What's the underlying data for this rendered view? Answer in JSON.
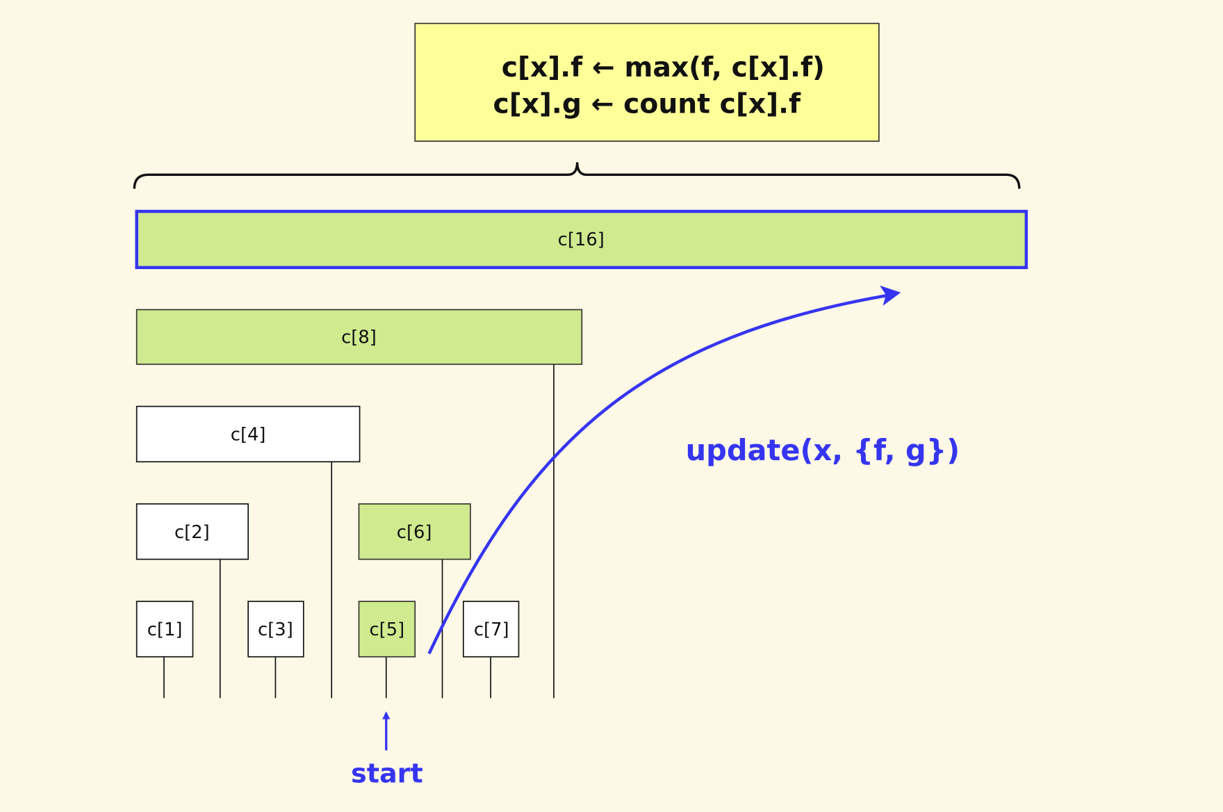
{
  "formula": {
    "line1": "c[x].f ← max(f, c[x].f)",
    "line2": "c[x].g ← count c[x].f"
  },
  "cells": [
    {
      "id": "c16",
      "label": "c[16]",
      "highlighted": true,
      "selected": true
    },
    {
      "id": "c8",
      "label": "c[8]",
      "highlighted": true
    },
    {
      "id": "c4",
      "label": "c[4]",
      "highlighted": false
    },
    {
      "id": "c2",
      "label": "c[2]",
      "highlighted": false
    },
    {
      "id": "c6",
      "label": "c[6]",
      "highlighted": true
    },
    {
      "id": "c1",
      "label": "c[1]",
      "highlighted": false
    },
    {
      "id": "c3",
      "label": "c[3]",
      "highlighted": false
    },
    {
      "id": "c5",
      "label": "c[5]",
      "highlighted": true
    },
    {
      "id": "c7",
      "label": "c[7]",
      "highlighted": false
    }
  ],
  "annotations": {
    "start": "start",
    "update": "update(x, {f, g})"
  },
  "colors": {
    "background": "#fef8e6",
    "formula_box": "#ffff99",
    "highlight": "#d0ea8f",
    "accent": "#3535f0"
  }
}
